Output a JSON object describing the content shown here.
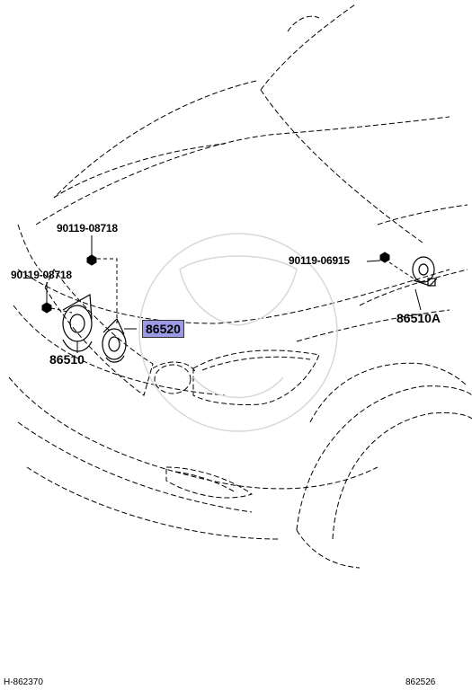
{
  "labels": {
    "bolt_upper_left": "90119-08718",
    "bolt_left": "90119-08718",
    "bolt_right": "90119-06915",
    "horn_high": "86520",
    "horn_low": "86510",
    "horn_right": "86510A"
  },
  "footer": {
    "left_code": "H-862370",
    "right_code": "862526"
  },
  "colors": {
    "highlight": "#9a9ae6",
    "line": "#000000"
  }
}
